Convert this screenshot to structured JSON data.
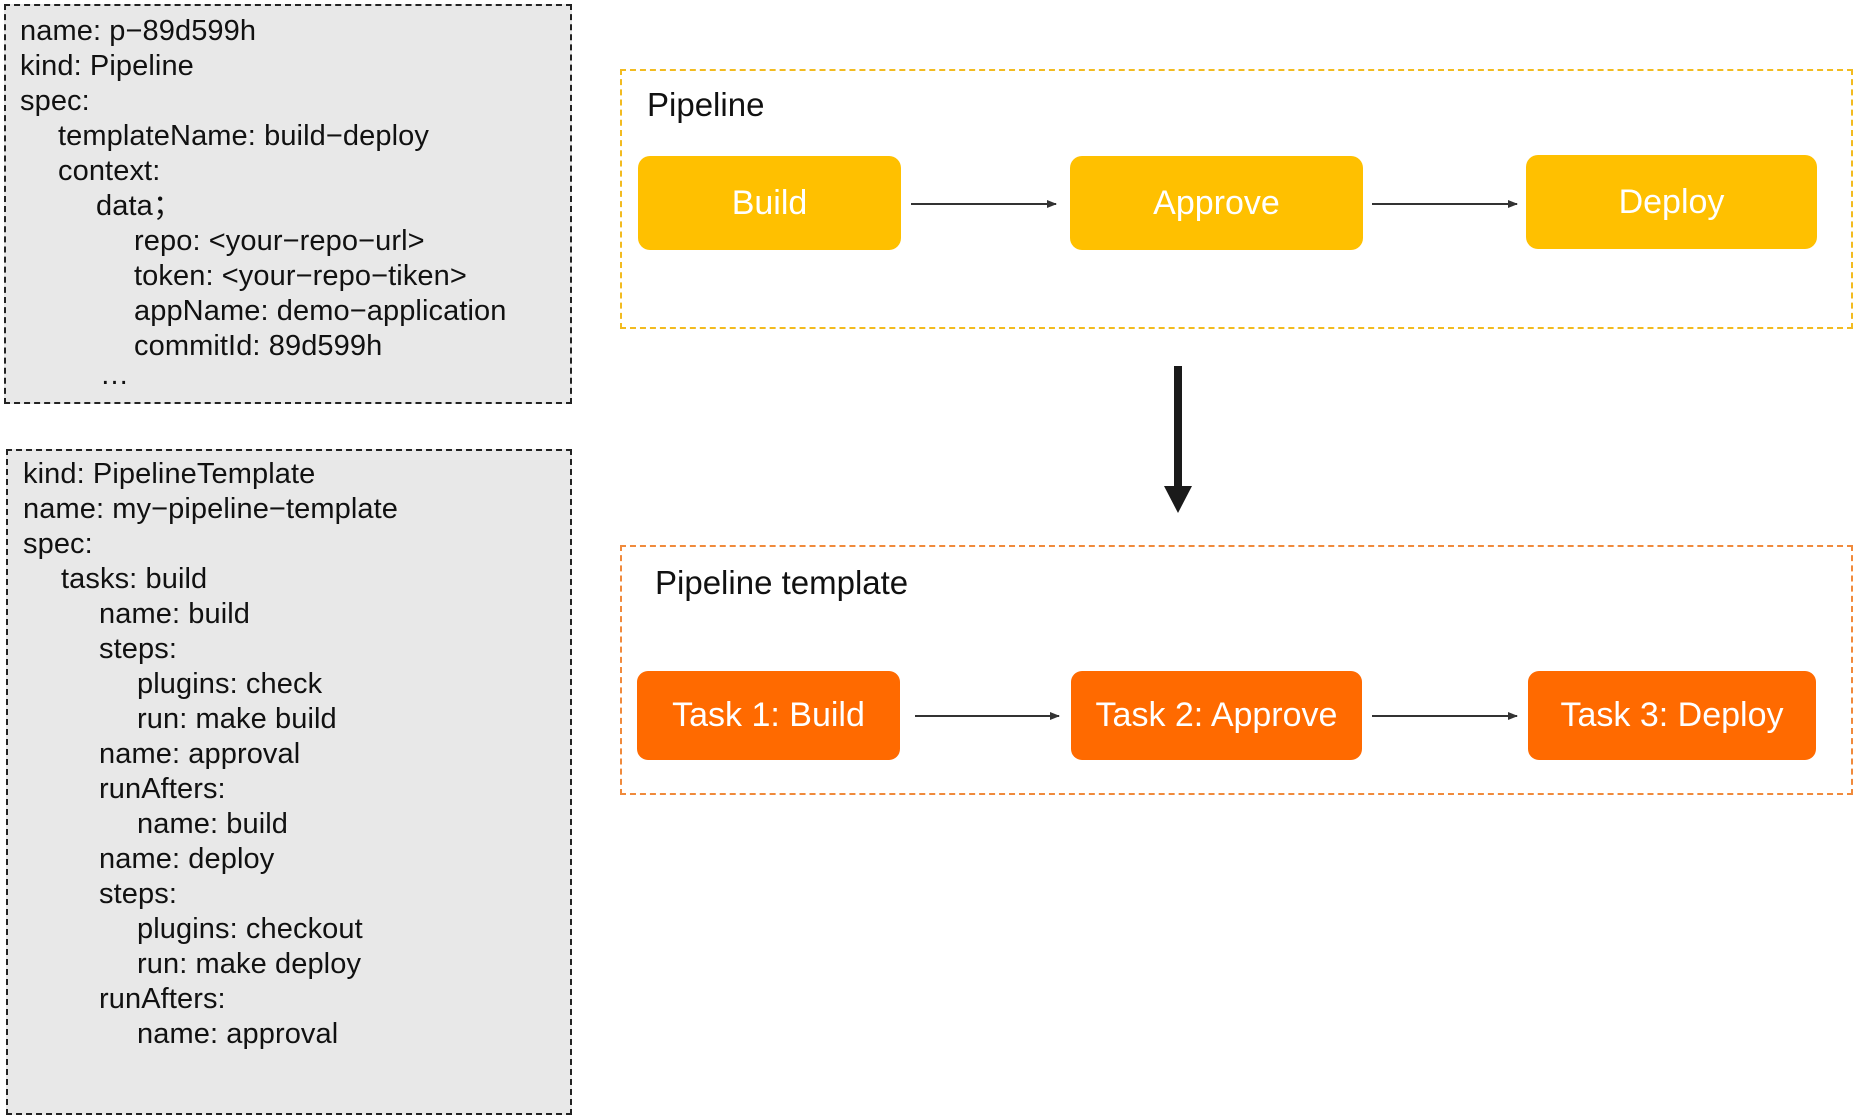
{
  "pipeline_yaml": {
    "lines": [
      "name: p−89d599h",
      "kind: Pipeline",
      "spec:",
      "templateName: build−deploy",
      "context:",
      "data；",
      "repo: <your−repo−url>",
      "token: <your−repo−tiken>",
      "appName: demo−application",
      "commitId: 89d599h",
      "…"
    ]
  },
  "template_yaml": {
    "lines": [
      "kind: PipelineTemplate",
      "name: my−pipeline−template",
      "spec:",
      "tasks: build",
      "name: build",
      "steps:",
      "plugins: check",
      "run: make build",
      "name: approval",
      "runAfters:",
      "name: build",
      "name: deploy",
      "steps:",
      "plugins: checkout",
      "run: make deploy",
      "runAfters:",
      "name: approval"
    ]
  },
  "pipeline_panel": {
    "title": "Pipeline",
    "stages": [
      "Build",
      "Approve",
      "Deploy"
    ]
  },
  "template_panel": {
    "title": "Pipeline template",
    "tasks": [
      "Task 1: Build",
      "Task 2: Approve",
      "Task 3: Deploy"
    ]
  },
  "colors": {
    "stage_fill": "#ffc000",
    "task_fill": "#ff6a00",
    "pipeline_border": "#f2bb20",
    "template_border": "#f08a3c",
    "code_bg": "#e8e8e8"
  }
}
